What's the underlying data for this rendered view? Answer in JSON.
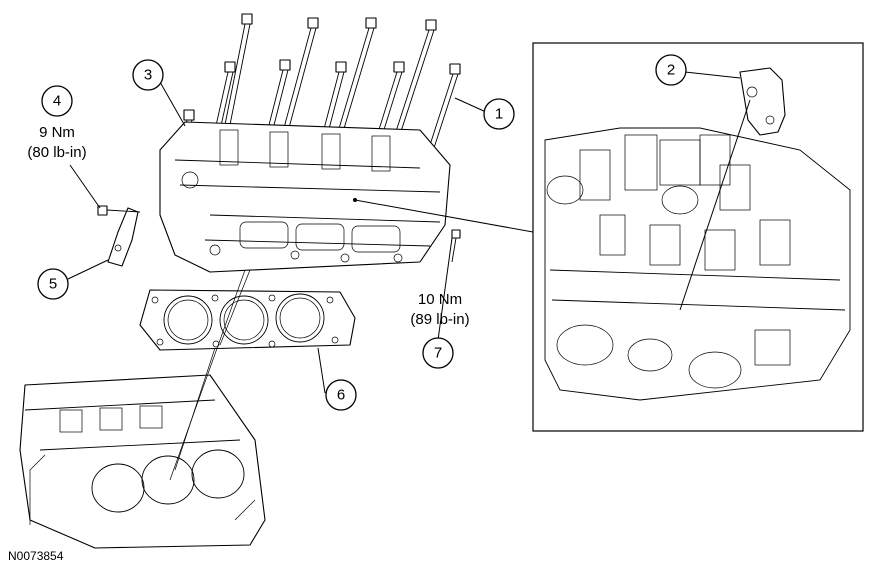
{
  "callouts": [
    {
      "number": "1"
    },
    {
      "number": "2"
    },
    {
      "number": "3"
    },
    {
      "number": "4"
    },
    {
      "number": "5"
    },
    {
      "number": "6"
    },
    {
      "number": "7"
    }
  ],
  "torque_specs": {
    "spec_4": {
      "metric": "9 Nm",
      "imperial": "(80 lb-in)"
    },
    "spec_7": {
      "metric": "10 Nm",
      "imperial": "(89 lb-in)"
    }
  },
  "figure_id": "N0073854"
}
